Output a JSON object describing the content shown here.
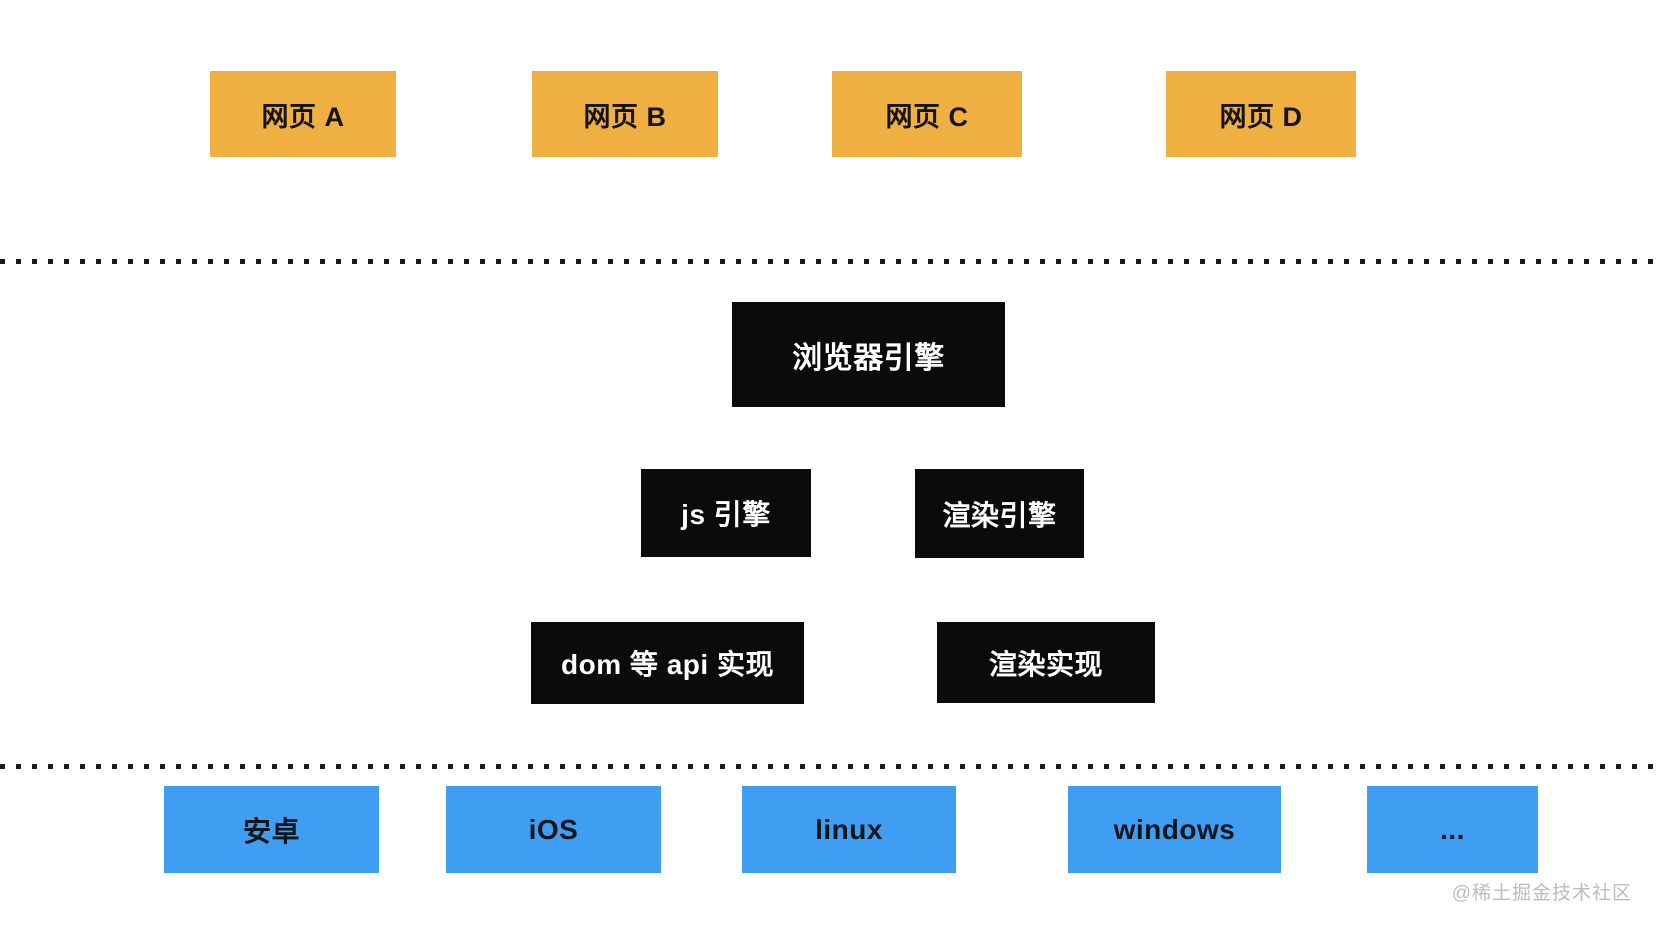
{
  "colors": {
    "web_page_bg": "#F0AF41",
    "engine_bg": "#0B0B0B",
    "platform_bg": "#409EF2",
    "dotted_line": "#1B1B1B",
    "watermark": "#BCBCBC"
  },
  "web_row": {
    "items": [
      {
        "label": "网页 A"
      },
      {
        "label": "网页 B"
      },
      {
        "label": "网页 C"
      },
      {
        "label": "网页 D"
      }
    ]
  },
  "engine_stack": {
    "root": {
      "label": "浏览器引擎"
    },
    "engines": [
      {
        "label": "js 引擎"
      },
      {
        "label": "渲染引擎"
      }
    ],
    "implementations": [
      {
        "label": "dom 等 api 实现"
      },
      {
        "label": "渲染实现"
      }
    ]
  },
  "platform_row": {
    "items": [
      {
        "label": "安卓"
      },
      {
        "label": "iOS"
      },
      {
        "label": "linux"
      },
      {
        "label": "windows"
      },
      {
        "label": "..."
      }
    ]
  },
  "watermark": {
    "text": "@稀土掘金技术社区"
  }
}
